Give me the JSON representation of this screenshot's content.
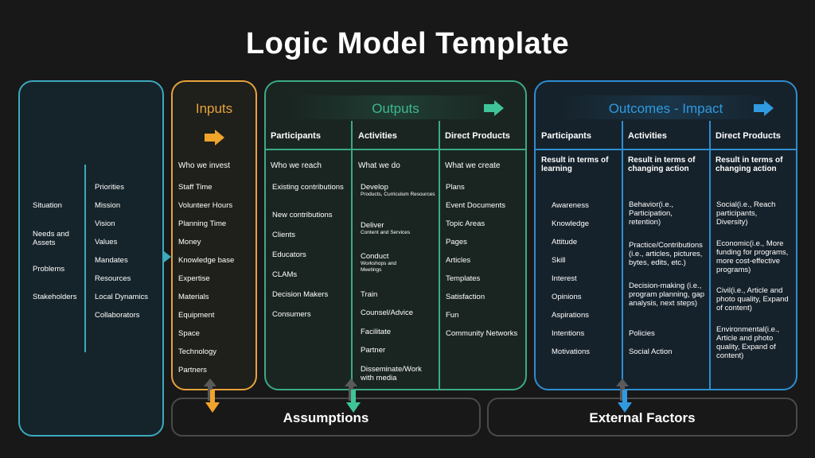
{
  "title": "Logic Model Template",
  "left": {
    "items": [
      "Situation",
      "Needs and Assets",
      "Problems",
      "Stakeholders"
    ],
    "list": [
      "Priorities",
      "Mission",
      "Vision",
      "Values",
      "Mandates",
      "Resources",
      "Local Dynamics",
      "Collaborators"
    ]
  },
  "inputs": {
    "header": "Inputs",
    "subheader": "Who we invest",
    "items": [
      "Staff Time",
      "Volunteer Hours",
      "Planning Time",
      "Money",
      "Knowledge base",
      "Expertise",
      "Materials",
      "Equipment",
      "Space",
      "Technology",
      "Partners"
    ]
  },
  "outputs": {
    "header": "Outputs",
    "participants": {
      "header": "Participants",
      "subheader": "Who we reach",
      "items": [
        "Existing contributions",
        "New contributions",
        "Clients",
        "Educators",
        "CLAMs",
        "Decision Makers",
        "Consumers"
      ]
    },
    "activities": {
      "header": "Activities",
      "subheader": "What we do",
      "items": [
        {
          "main": "Develop",
          "detail": "Products, Curriculum Resources"
        },
        {
          "main": "Deliver",
          "detail": "Content and Services"
        },
        {
          "main": "Conduct",
          "detail": "Workshops and Meetings"
        },
        {
          "main": "Train",
          "detail": ""
        },
        {
          "main": "Counsel/Advice",
          "detail": ""
        },
        {
          "main": "Facilitate",
          "detail": ""
        },
        {
          "main": "Partner",
          "detail": ""
        },
        {
          "main": "Disseminate/Work with media",
          "detail": ""
        }
      ]
    },
    "products": {
      "header": "Direct Products",
      "subheader": "What we create",
      "items": [
        "Plans",
        "Event Documents",
        "Topic Areas",
        "Pages",
        "Articles",
        "Templates",
        "Satisfaction",
        "Fun",
        "Community Networks"
      ]
    }
  },
  "outcomes": {
    "header": "Outcomes - Impact",
    "participants": {
      "header": "Participants",
      "subheader": "Result in terms of learning",
      "items": [
        "Awareness",
        "Knowledge",
        "Attitude",
        "Skill",
        "Interest",
        "Opinions",
        "Aspirations",
        "Intentions",
        "Motivations"
      ]
    },
    "activities": {
      "header": "Activities",
      "subheader": "Result in terms of changing action",
      "items": [
        "Behavior(i.e., Participation, retention)",
        "Practice/Contributions(i.e., articles, pictures, bytes, edits, etc.)",
        "Decision-making (i.e., program planning, gap analysis, next steps)",
        "Policies",
        "Social Action"
      ]
    },
    "products": {
      "header": "Direct Products",
      "subheader": "Result in terms of changing action",
      "items": [
        "Social(i.e., Reach participants, Diversity)",
        "Economic(i.e., More funding for programs, more cost-effective programs)",
        "Civil(i.e., Article and photo quality, Expand of content)",
        "Environmental(i.e., Article and photo quality, Expand of content)"
      ]
    }
  },
  "assumptions": "Assumptions",
  "external_factors": "External Factors",
  "colors": {
    "background": "#181818",
    "left_border": "#3ba9bd",
    "inputs": "#e7a33b",
    "outputs": "#3aaa85",
    "outcomes": "#2d8ed1",
    "bottom_border": "#4a4a4a",
    "arrow_gray": "#5a5a5a"
  }
}
